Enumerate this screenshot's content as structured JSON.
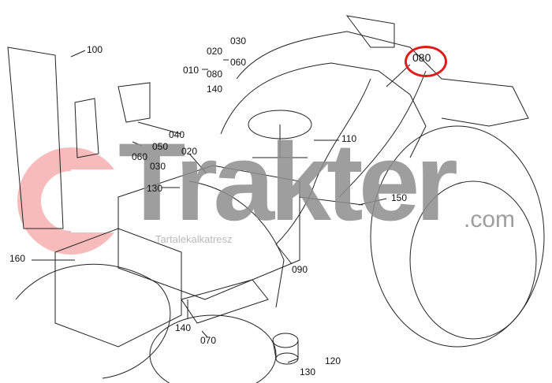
{
  "diagram": {
    "callouts": [
      "100",
      "010",
      "020",
      "030",
      "060",
      "080",
      "140",
      "040",
      "050",
      "060",
      "030",
      "020",
      "110",
      "130",
      "150",
      "160",
      "090",
      "140",
      "070",
      "120",
      "130",
      "080"
    ],
    "highlighted_part": "080",
    "highlight_color": "#e01b1b"
  },
  "watermark": {
    "brand": "Trakter",
    "suffix": ".com",
    "subtitle": "Tartalekalkatresz"
  }
}
